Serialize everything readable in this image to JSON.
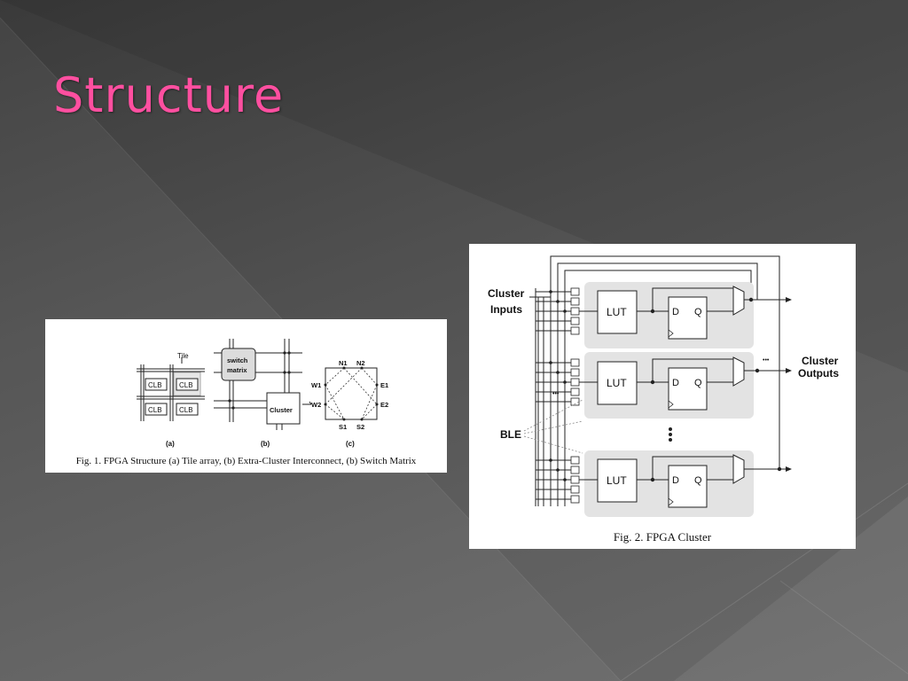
{
  "slide": {
    "title": "Structure"
  },
  "figure1": {
    "caption": "Fig. 1.  FPGA Structure (a) Tile array, (b) Extra-Cluster Interconnect, (b) Switch Matrix",
    "tile_label": "Tile",
    "clb_label": "CLB",
    "switch_label_line1": "switch",
    "switch_label_line2": "matrix",
    "cluster_label": "Cluster",
    "ports": {
      "n1": "N1",
      "n2": "N2",
      "w1": "W1",
      "w2": "W2",
      "e1": "E1",
      "e2": "E2",
      "s1": "S1",
      "s2": "S2"
    },
    "sublabel_a": "(a)",
    "sublabel_b": "(b)",
    "sublabel_c": "(c)"
  },
  "figure2": {
    "caption": "Fig. 2.  FPGA Cluster",
    "inputs_line1": "Cluster",
    "inputs_line2": "Inputs",
    "outputs_line1": "Cluster",
    "outputs_line2": "Outputs",
    "ble_label": "BLE",
    "lut_label": "LUT",
    "d_label": "D",
    "q_label": "Q",
    "dots": "•••"
  }
}
